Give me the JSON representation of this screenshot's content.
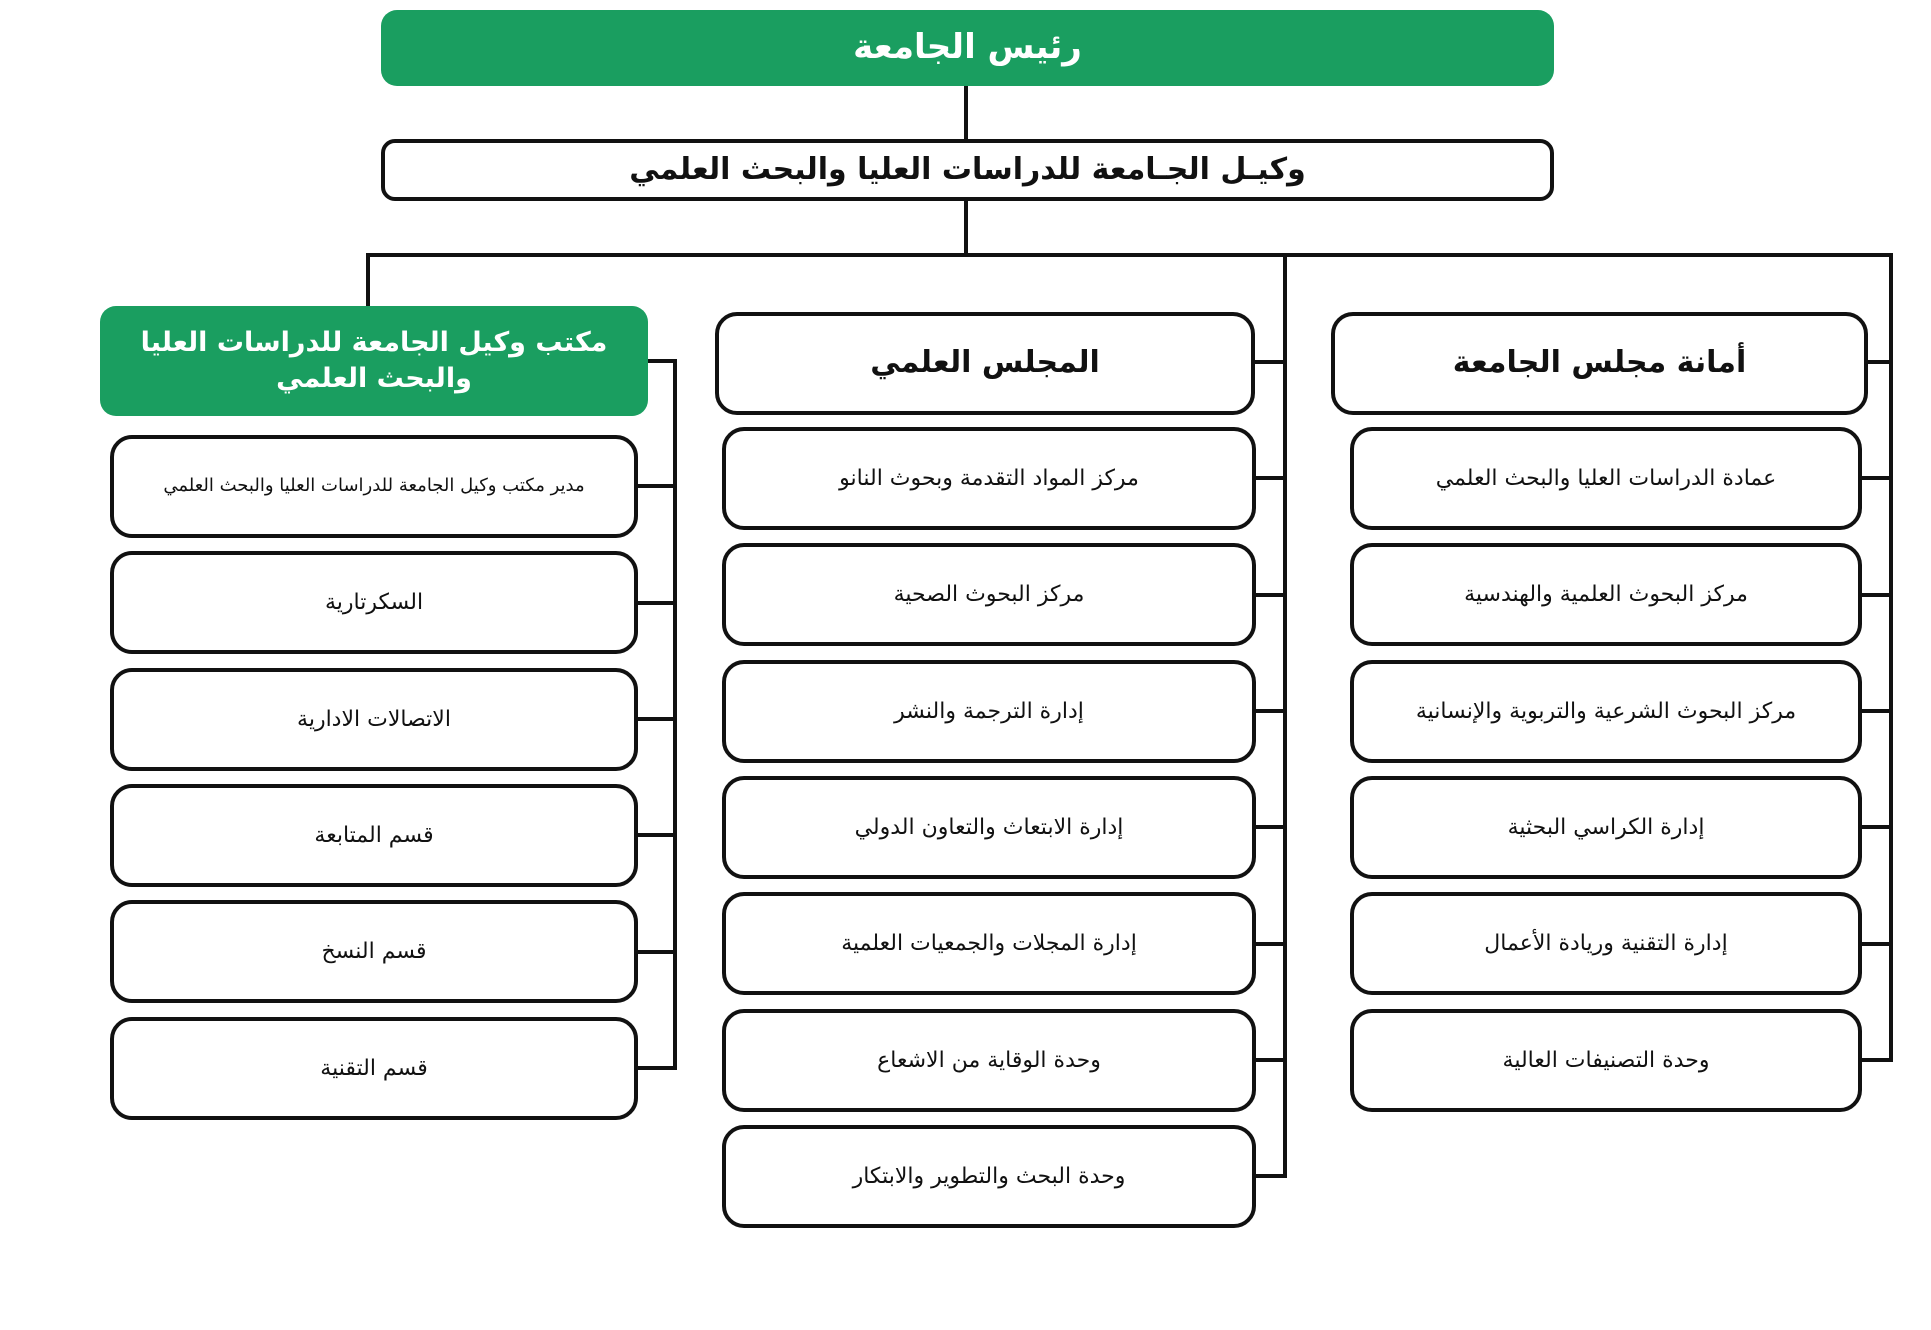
{
  "colors": {
    "accent_green": "#1A9E60",
    "line_black": "#111111",
    "background": "#ffffff"
  },
  "title_boxes": {
    "president": "رئيس الجامعة",
    "vice_president": "وكيـل الجـامعة للدراسات العليا والبحث العلمي"
  },
  "columns": {
    "office": {
      "header": "مكتب وكيل الجامعة للدراسات العليا والبحث العلمي",
      "items": [
        "مدير مكتب وكيل الجامعة للدراسات العليا والبحث العلمي",
        "السكرتارية",
        "الاتصالات الادارية",
        "قسم المتابعة",
        "قسم النسخ",
        "قسم التقنية"
      ]
    },
    "scientific_council": {
      "header": "المجلس العلمي",
      "items": [
        "مركز المواد التقدمة وبحوث النانو",
        "مركز البحوث الصحية",
        "إدارة الترجمة والنشر",
        "إدارة الابتعاث والتعاون الدولي",
        "إدارة المجلات والجمعيات العلمية",
        "وحدة الوقاية من الاشعاع",
        "وحدة البحث والتطوير والابتكار"
      ]
    },
    "council_secretariat": {
      "header": "أمانة مجلس الجامعة",
      "items": [
        "عمادة الدراسات العليا والبحث العلمي",
        "مركز البحوث العلمية والهندسية",
        "مركز البحوث الشرعية والتربوية والإنسانية",
        "إدارة الكراسي البحثية",
        "إدارة التقنية وريادة الأعمال",
        "وحدة التصنيفات العالية"
      ]
    }
  }
}
